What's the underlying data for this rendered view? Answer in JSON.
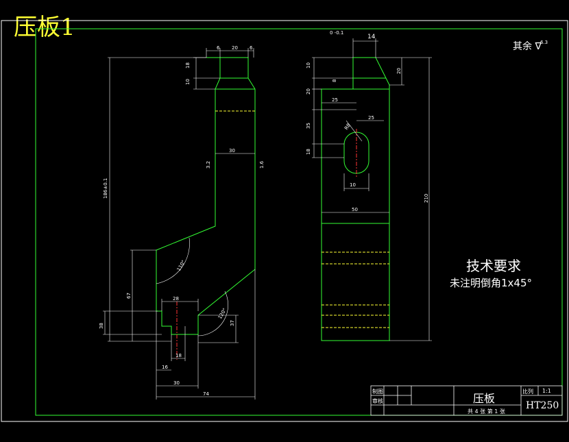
{
  "drawing_title": "压板1",
  "roughness_note": "其余",
  "roughness_value": "6.3",
  "requirements": {
    "title": "技术要求",
    "line": "未注明倒角1x45°"
  },
  "title_block": {
    "part_name": "压板",
    "material": "HT250",
    "scale_label": "比列",
    "scale_value": "1:1",
    "drawn_label": "制图",
    "checked_label": "审核",
    "sheet_info": "共 4 张  第 1 张"
  },
  "dimensions": {
    "top_width": "20",
    "top_left": "6",
    "top_right": "6",
    "top_h1": "18",
    "top_h2": "10",
    "overall_height": "186±0.1",
    "neck_width": "30",
    "mid_width": "38",
    "lower_height": "67",
    "base_width": "28",
    "base_height": "37",
    "slot_width": "18",
    "base_left": "16",
    "base_bottom": "30",
    "overall_width": "74",
    "angle1": "110°",
    "angle2": "120°",
    "side_width_top": "14",
    "side_h1": "10",
    "side_h2": "20",
    "side_h3": "8",
    "side_offset": "25",
    "side_slot_r": "R8",
    "side_slot_h": "18",
    "side_slot_y": "35",
    "side_slot_x": "25",
    "side_slot_w": "10",
    "side_width": "50",
    "side_total": "210",
    "side_h_right": "20",
    "rough_a": "3.2",
    "rough_b": "1.6",
    "rough_c": "6.3",
    "tol": "0 -0.1"
  }
}
